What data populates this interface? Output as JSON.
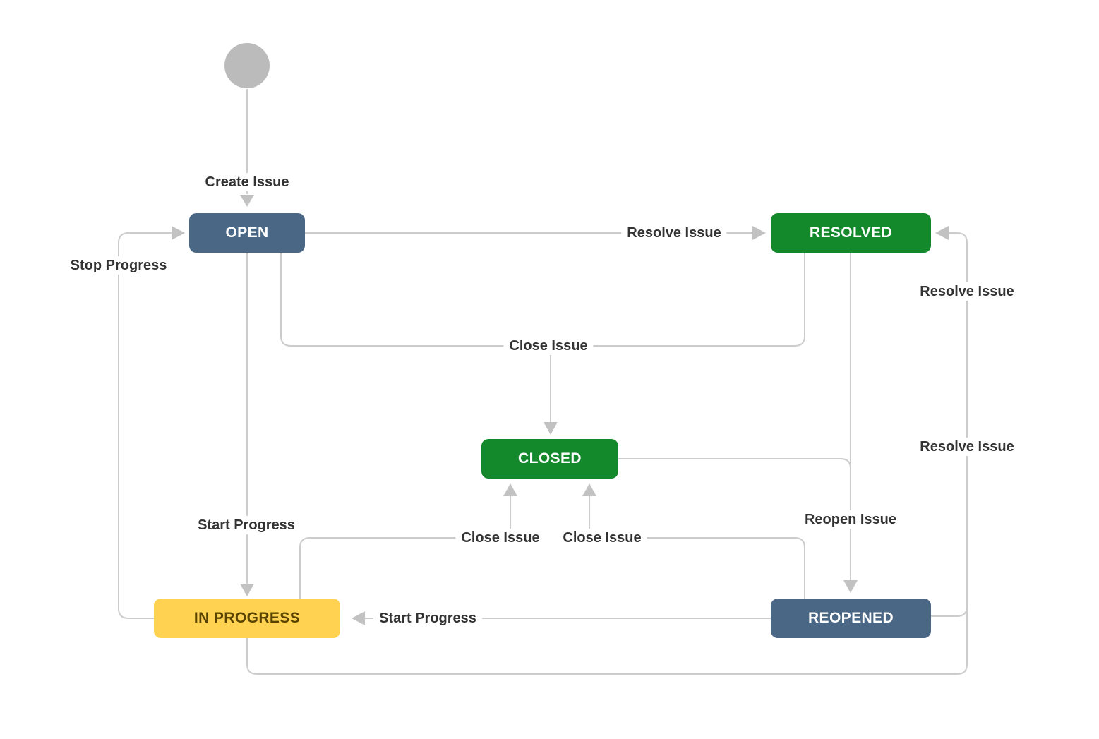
{
  "nodes": {
    "start": {
      "type": "start-circle"
    },
    "open": {
      "label": "OPEN",
      "color": "slate"
    },
    "resolved": {
      "label": "RESOLVED",
      "color": "green"
    },
    "closed": {
      "label": "CLOSED",
      "color": "green"
    },
    "in_progress": {
      "label": "IN PROGRESS",
      "color": "yellow"
    },
    "reopened": {
      "label": "REOPENED",
      "color": "slate"
    }
  },
  "labels": {
    "create_issue": "Create Issue",
    "resolve_issue_open": "Resolve Issue",
    "stop_progress": "Stop Progress",
    "close_issue_top": "Close Issue",
    "start_progress_open": "Start Progress",
    "close_issue_left": "Close Issue",
    "close_issue_right": "Close Issue",
    "reopen_issue": "Reopen Issue",
    "start_progress_reopened": "Start Progress",
    "resolve_issue_upper": "Resolve Issue",
    "resolve_issue_lower": "Resolve Issue"
  },
  "colors": {
    "slate": "#4a6785",
    "green": "#14892c",
    "yellow": "#ffd351",
    "yellow-text": "#594300",
    "node-text": "#ffffff",
    "line": "#cccccc",
    "arrow": "#c2c2c2",
    "label-text": "#333333",
    "start-circle": "#bbbbbb",
    "background": "#ffffff"
  }
}
